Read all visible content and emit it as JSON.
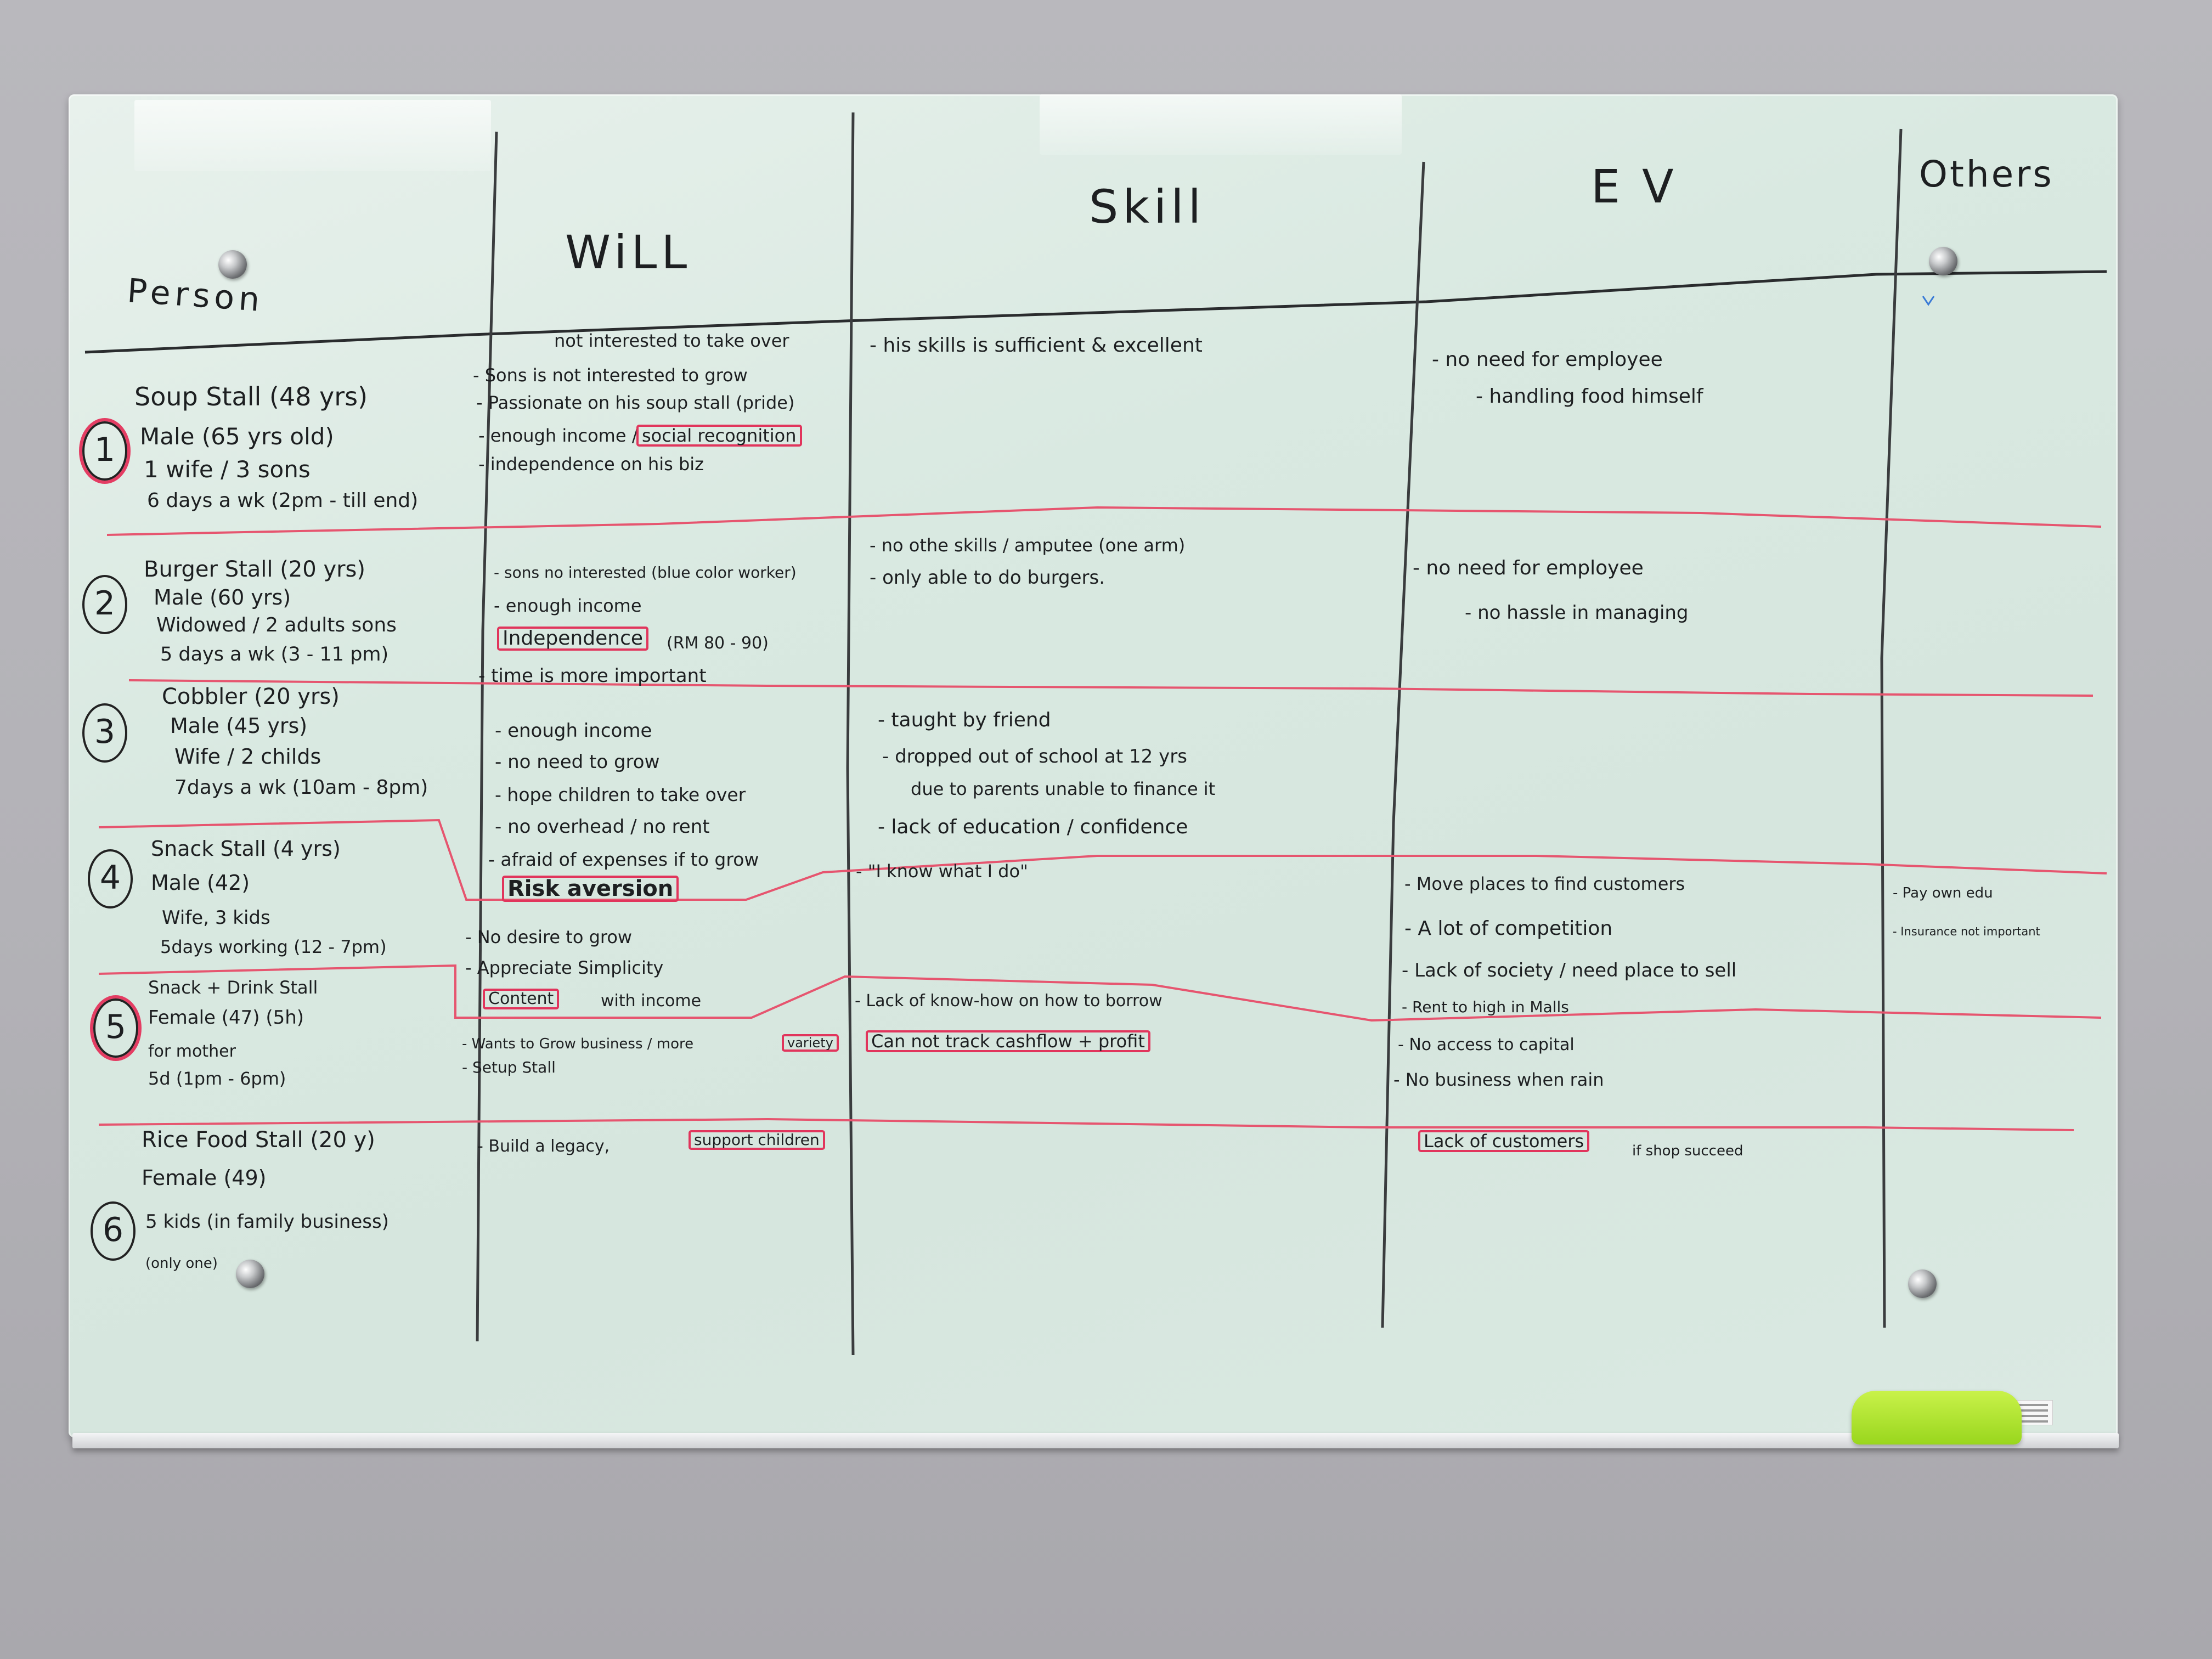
{
  "headers": {
    "person": "Person",
    "will": "WiLL",
    "skill": "Skill",
    "ev": "EV",
    "others": "Others"
  },
  "rows": [
    {
      "number": "1",
      "person": {
        "name": "Soup Stall (48 yrs)",
        "details": [
          "Male (65 yrs old)",
          "1 wife / 3 sons",
          "6 days a wk (2pm - till end)"
        ]
      },
      "will": [
        "not interested to take over",
        "- Sons is not interested to grow",
        "- Passionate on his soup stall (pride)",
        "- enough income /",
        "social recognition",
        "- independence on his biz"
      ],
      "skill": [
        "- his skills is sufficient & excellent"
      ],
      "ev": [
        "- no need for employee",
        "- handling food himself"
      ],
      "others": []
    },
    {
      "number": "2",
      "person": {
        "name": "Burger Stall (20 yrs)",
        "details": [
          "Male (60 yrs)",
          "Widowed / 2 adults sons",
          "5 days a wk (3 - 11 pm)"
        ]
      },
      "will": [
        "- sons no interested (blue color worker)",
        "- enough income",
        "Independence",
        "(RM 80 - 90)",
        "- time is more important"
      ],
      "skill": [
        "- no othe skills / amputee (one arm)",
        "- only able to do burgers."
      ],
      "ev": [
        "- no need for employee",
        "- no hassle in managing"
      ],
      "others": []
    },
    {
      "number": "3",
      "person": {
        "name": "Cobbler (20 yrs)",
        "details": [
          "Male (45 yrs)",
          "Wife / 2 childs",
          "7days a wk (10am - 8pm)"
        ]
      },
      "will": [
        "- enough income",
        "- no need to grow",
        "- hope children to take over",
        "- no overhead / no rent",
        "- afraid of expenses if to grow"
      ],
      "skill": [
        "- taught by friend",
        "- dropped out of school at 12 yrs",
        "due to parents unable to finance it",
        "- lack of education / confidence"
      ],
      "ev": [],
      "others": []
    },
    {
      "number": "4",
      "person": {
        "name": "Snack Stall (4 yrs)",
        "details": [
          "Male (42)",
          "Wife, 3 kids",
          "5days working (12 - 7pm)"
        ]
      },
      "will": [
        "Risk aversion"
      ],
      "skill": [
        "- \"I know what I do\""
      ],
      "ev": [
        "- Move places to find customers",
        "- A lot of competition",
        "- Lack of society / need place to sell",
        "- Rent to high in Malls"
      ],
      "others": [
        "- Pay own edu",
        "- Insurance not important"
      ]
    },
    {
      "number": "5",
      "person": {
        "name": "Snack + Drink Stall",
        "details": [
          "Female (47) (5h)",
          "for mother",
          "5d (1pm - 6pm)"
        ]
      },
      "will": [
        "- No desire to grow",
        "- Appreciate Simplicity",
        "Content",
        "with income",
        "- Wants to Grow business / more",
        "variety",
        "- Setup Stall"
      ],
      "skill": [
        "- Lack of know-how on how to borrow",
        "Can not track cashflow + profit"
      ],
      "ev": [
        "- No access to capital",
        "- No business when rain"
      ],
      "others": []
    },
    {
      "number": "6",
      "person": {
        "name": "Rice Food Stall (20 y)",
        "details": [
          "Female (49)",
          "5 kids (in family business)",
          "(only one)"
        ]
      },
      "will": [
        "- Build a legacy,",
        "support children"
      ],
      "skill": [],
      "ev": [
        "Lack of customers",
        "if shop succeed"
      ],
      "others": []
    }
  ]
}
